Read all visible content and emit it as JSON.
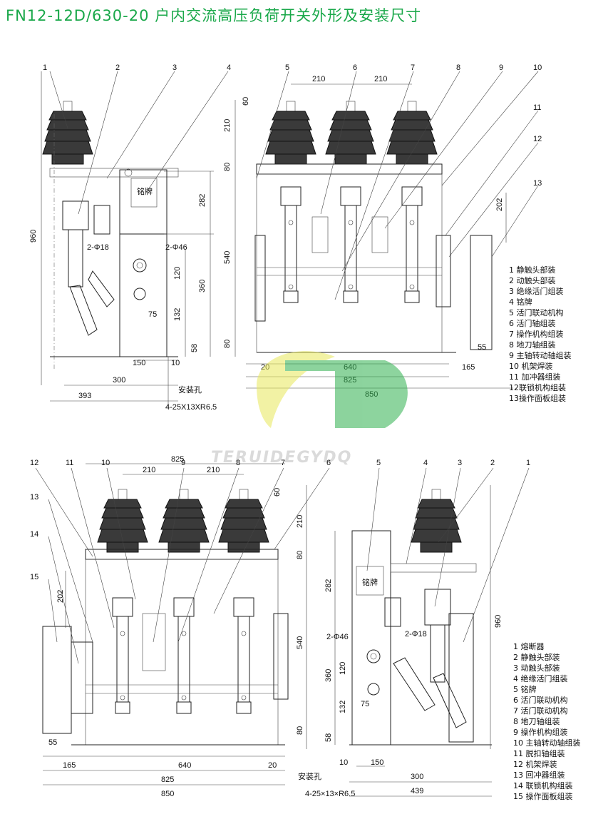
{
  "title": "FN12-12D/630-20  户内交流高压负荷开关外形及安装尺寸",
  "colors": {
    "title": "#1aa84a",
    "logo_green": "#2fb04e",
    "logo_yellow": "#e8e85a",
    "watermark": "#bdbdbd"
  },
  "watermark": "TERUIDEGYDQ",
  "top": {
    "side": {
      "callouts": [
        "1",
        "2",
        "3",
        "4"
      ],
      "dims": {
        "h960": "960",
        "h282": "282",
        "h360": "360",
        "h120": "120",
        "h132": "132",
        "h58": "58",
        "w150": "150",
        "w10": "10",
        "w300": "300",
        "w393": "393",
        "w75": "75"
      },
      "holes": {
        "phi18": "2-Φ18",
        "phi46": "2-Φ46"
      },
      "nameplate": "铭牌",
      "mount_hole": "安装孔",
      "slot": "4-25X13XR6.5"
    },
    "front": {
      "callouts": [
        "5",
        "6",
        "7",
        "8",
        "9",
        "10",
        "11",
        "12",
        "13"
      ],
      "dims": {
        "w210a": "210",
        "w210b": "210",
        "h60": "60",
        "h210": "210",
        "h80": "80",
        "h540": "540",
        "h80b": "80",
        "h202": "202",
        "w20": "20",
        "w640": "640",
        "w825": "825",
        "w850": "850",
        "w165": "165",
        "w55": "55"
      }
    },
    "legend": [
      "1 静触头部装",
      "2 动触头部装",
      "3 绝缘活门组装",
      "4 铭牌",
      "5 活门联动机构",
      "6 活门轴组装",
      "7 操作机构组装",
      "8 地刀轴组装",
      "9 主轴转动轴组装",
      "10 机架焊装",
      "11 加冲器组装",
      "12联锁机构组装",
      "13操作面板组装"
    ]
  },
  "bottom": {
    "front": {
      "callouts": [
        "12",
        "11",
        "10",
        "9",
        "8",
        "7",
        "6",
        "13",
        "14",
        "15"
      ],
      "dims": {
        "w210a": "210",
        "w210b": "210",
        "w825": "825",
        "h60": "60",
        "h210": "210",
        "h80": "80",
        "h540": "540",
        "h80b": "80",
        "h202": "202",
        "w55": "55",
        "w165": "165",
        "w640": "640",
        "w20": "20",
        "w850": "850"
      },
      "mount_hole": "安装孔",
      "slot": "4-25×13×R6.5"
    },
    "side": {
      "callouts": [
        "5",
        "4",
        "3",
        "2",
        "1"
      ],
      "dims": {
        "h282": "282",
        "h960": "960",
        "h360": "360",
        "h120": "120",
        "h132": "132",
        "h58": "58",
        "w75": "75",
        "w10": "10",
        "w150": "150",
        "w300": "300",
        "w439": "439"
      },
      "holes": {
        "phi46": "2-Φ46",
        "phi18": "2-Φ18"
      },
      "nameplate": "铭牌"
    },
    "legend": [
      "1 熔断器",
      "2 静触头部装",
      "3 动触头部装",
      "4 绝缘活门组装",
      "5 铭牌",
      "6 活门联动机构",
      "7 活门联动机构",
      "8 地刀轴组装",
      "9 操作机构组装",
      "10 主轴转动轴组装",
      "11 脱扣轴组装",
      "12 机架焊装",
      "13 回冲器组装",
      "14 联锁机构组装",
      "15 操作面板组装"
    ]
  }
}
